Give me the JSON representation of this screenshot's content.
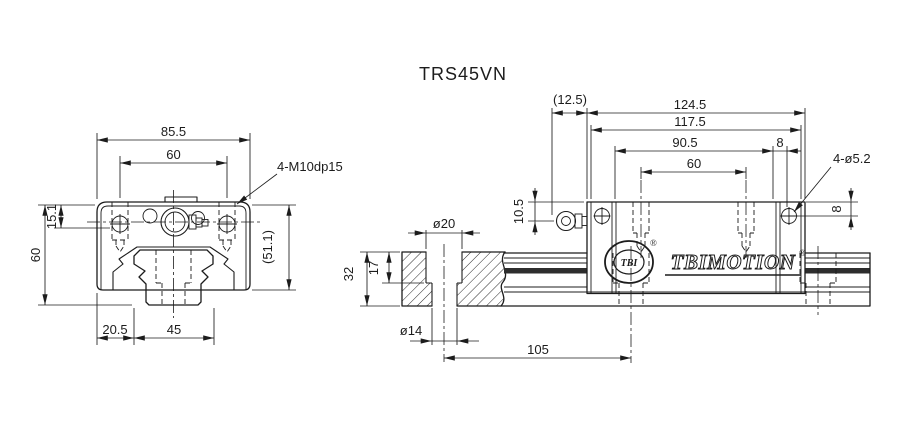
{
  "title": "TRS45VN",
  "colors": {
    "line": "#1c1c1c",
    "background": "#ffffff",
    "rail_band": "#2d2d2d"
  },
  "front_view": {
    "dims": {
      "overall_width": "85.5",
      "mount_hole_spacing": "60",
      "mount_thread_callout": "4-M10dp15",
      "top_to_thread_depth": "15.1",
      "assembly_height": "60",
      "block_height": "(51.1)",
      "block_edge_to_rail": "20.5",
      "rail_width": "45"
    }
  },
  "side_view": {
    "dims": {
      "grease_nipple_length": "(12.5)",
      "block_overall_length": "124.5",
      "block_inner_length": "117.5",
      "body_length": "90.5",
      "cap_screw_inset": "8",
      "mount_hole_pitch": "60",
      "cap_screw_callout": "4-ø5.2",
      "nipple_center_drop": "10.5",
      "cap_screw_drop": "8",
      "rail_height": "32",
      "counterbore_depth": "17",
      "counterbore_dia": "ø20",
      "bolt_hole_dia": "ø14",
      "rail_hole_pitch": "105"
    },
    "logo": {
      "badge_text": "TBI",
      "brand_text": "TBIMOTION",
      "registered_mark": "®"
    }
  }
}
